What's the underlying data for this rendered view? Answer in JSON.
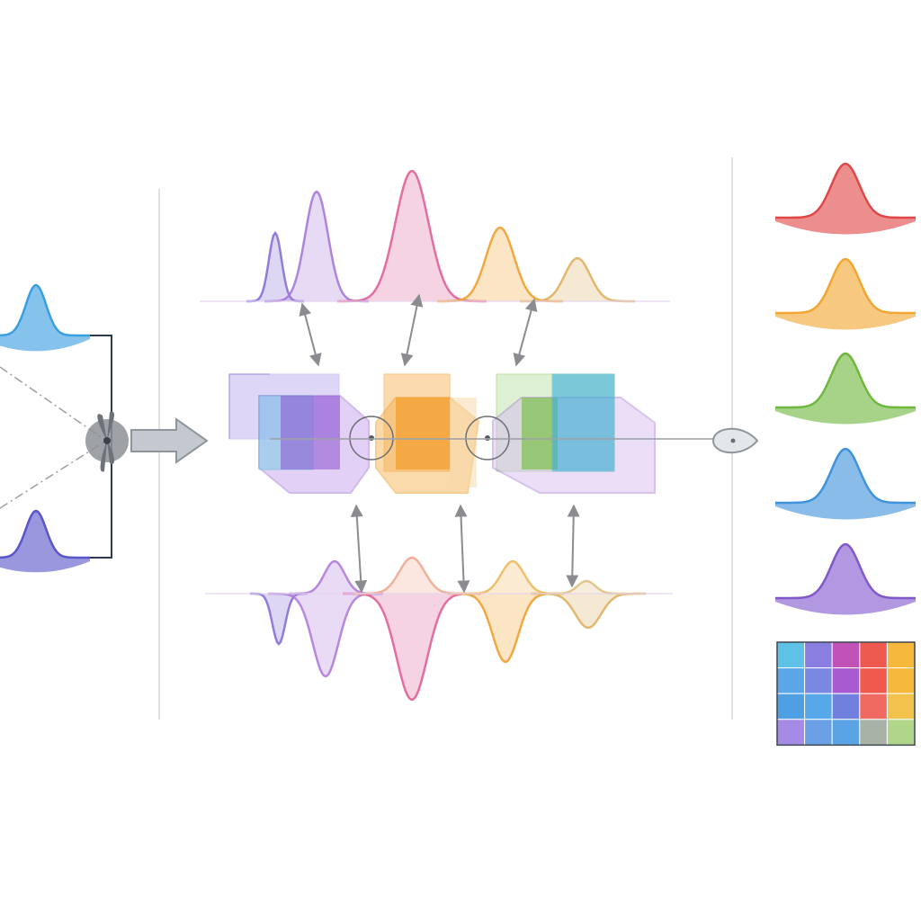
{
  "diagram": {
    "colors": {
      "divider": "#d4d6d8",
      "arrow": "#8a8c90",
      "connector": "#9ea3a8",
      "axis": "#2e3a4e",
      "hub": "#8d9196",
      "violet": "#8a6fd6",
      "purple": "#a57ad9",
      "pink": "#e0609a",
      "orange": "#f0a030",
      "green": "#7cc24a",
      "cyan": "#52b8dc",
      "red": "#e04848",
      "yellow": "#f2c040",
      "blue": "#4a9ae0"
    },
    "input_peaks": [
      {
        "name": "blue-input-peak",
        "color": "#3a9ee0"
      },
      {
        "name": "indigo-input-peak",
        "color": "#5a55c8"
      }
    ],
    "hub_icon": "propeller-icon",
    "end_icon": "teardrop-node-icon",
    "center_blocks": [
      {
        "name": "violet-block",
        "color": "#a58ae6"
      },
      {
        "name": "orange-block",
        "color": "#f3a13a"
      },
      {
        "name": "green-cyan-block",
        "color": "#6fc255"
      }
    ],
    "top_wave_colors": [
      "#8a6fd6",
      "#a57ad9",
      "#e0609a",
      "#f0a030",
      "#e0b060"
    ],
    "bottom_wave_colors": [
      "#8a6fd6",
      "#b07cdc",
      "#e0609a",
      "#f0a030",
      "#e0b060"
    ],
    "output_peaks": [
      {
        "name": "red-output-peak",
        "color": "#e04848"
      },
      {
        "name": "orange-output-peak",
        "color": "#f2a530"
      },
      {
        "name": "green-output-peak",
        "color": "#6fb83e"
      },
      {
        "name": "blue-output-peak",
        "color": "#3f93dc"
      },
      {
        "name": "purple-output-peak",
        "color": "#8058cc"
      }
    ],
    "grid": {
      "rows": 4,
      "cols": 5,
      "cells": [
        "#5ec2e6",
        "#8a7ee0",
        "#c052b8",
        "#ee5a50",
        "#f6b93c",
        "#5aa6e6",
        "#7a88e2",
        "#a85ad0",
        "#f05a4e",
        "#f6b93c",
        "#4ea0e2",
        "#56a8e8",
        "#7080dc",
        "#f06a62",
        "#f2c24a",
        "#a58ae6",
        "#6aa0e6",
        "#5aa4e6",
        "#a8b2a6",
        "#b0d68a"
      ]
    }
  }
}
